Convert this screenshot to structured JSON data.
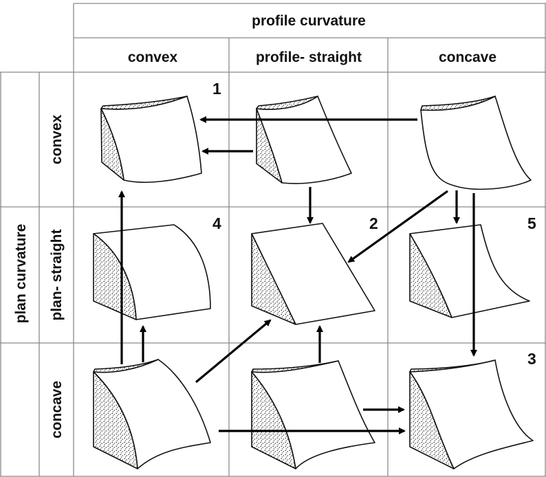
{
  "header": {
    "profile_title": "profile curvature",
    "columns": [
      "convex",
      "profile- straight",
      "concave"
    ],
    "plan_title": "plan curvature",
    "rows": [
      "convex",
      "plan- straight",
      "concave"
    ]
  },
  "cells": {
    "convex_convex": "1",
    "straight_straight": "2",
    "concave_concave": "3",
    "straight_convex": "4",
    "straight_concave": "5"
  },
  "colors": {
    "grid": "#8a8a8a",
    "ink": "#111111",
    "arrow": "#000000",
    "background": "#ffffff"
  }
}
